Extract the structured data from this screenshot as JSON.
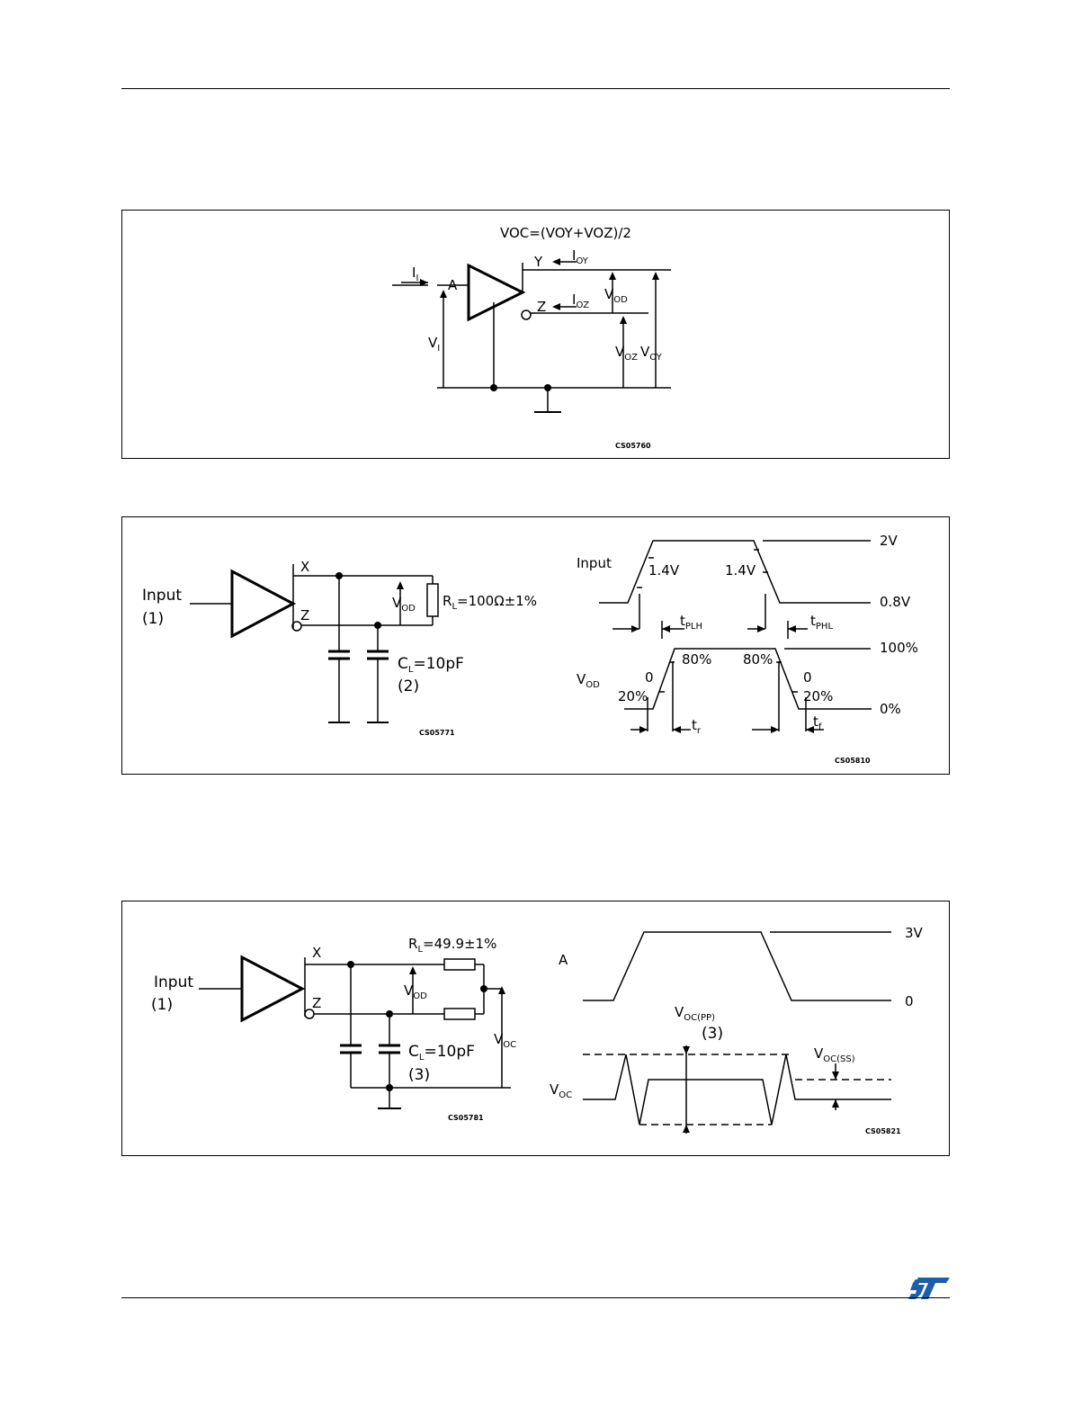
{
  "fig1": {
    "formula": "VOC=(VOY+VOZ)/2",
    "code": "CS05760",
    "labels": {
      "ii": "I",
      "ii_sub": "I",
      "a": "A",
      "vi": "V",
      "vi_sub": "I",
      "y": "Y",
      "ioy": "I",
      "ioy_sub": "OY",
      "z": "Z",
      "ioz": "I",
      "ioz_sub": "OZ",
      "vod": "V",
      "vod_sub": "OD",
      "voz": "V",
      "voz_sub": "OZ",
      "voy": "V",
      "voy_sub": "OY"
    }
  },
  "fig2": {
    "code_left": "CS05771",
    "code_right": "CS05810",
    "labels": {
      "input": "Input",
      "input_note": "(1)",
      "x": "X",
      "z": "Z",
      "vod": "V",
      "vod_sub": "OD",
      "rl": "R",
      "rl_sub": "L",
      "rl_val": "=100Ω±1%",
      "cl": "C",
      "cl_sub": "L",
      "cl_val": "=10pF",
      "cl_note": "(2)",
      "wave_input": "Input",
      "v_14a": "1.4V",
      "v_14b": "1.4V",
      "v_2": "2V",
      "v_08": "0.8V",
      "tplh": "t",
      "tplh_sub": "PLH",
      "tphl": "t",
      "tphl_sub": "PHL",
      "wave_vod": "V",
      "wave_vod_sub": "OD",
      "p100": "100%",
      "p0": "0%",
      "p80a": "80%",
      "p80b": "80%",
      "p20a": "20%",
      "p20b": "20%",
      "zero_a": "0",
      "zero_b": "0",
      "tr": "t",
      "tr_sub": "r",
      "tf": "t",
      "tf_sub": "f"
    }
  },
  "fig3": {
    "code_left": "CS05781",
    "code_right": "CS05821",
    "labels": {
      "input": "Input",
      "input_note": "(1)",
      "x": "X",
      "z": "Z",
      "rl": "R",
      "rl_sub": "L",
      "rl_val": "=49.9±1%",
      "vod": "V",
      "vod_sub": "OD",
      "voc": "V",
      "voc_sub": "OC",
      "cl": "C",
      "cl_sub": "L",
      "cl_val": "=10pF",
      "cl_note": "(3)",
      "wave_a": "A",
      "v3": "3V",
      "v0": "0",
      "vocpp": "V",
      "vocpp_sub": "OC(PP)",
      "vocpp_note": "(3)",
      "vocss": "V",
      "vocss_sub": "OC(SS)",
      "wave_voc": "V",
      "wave_voc_sub": "OC"
    }
  },
  "logo_text": "ST",
  "colors": {
    "logo": "#1b5fa8"
  }
}
